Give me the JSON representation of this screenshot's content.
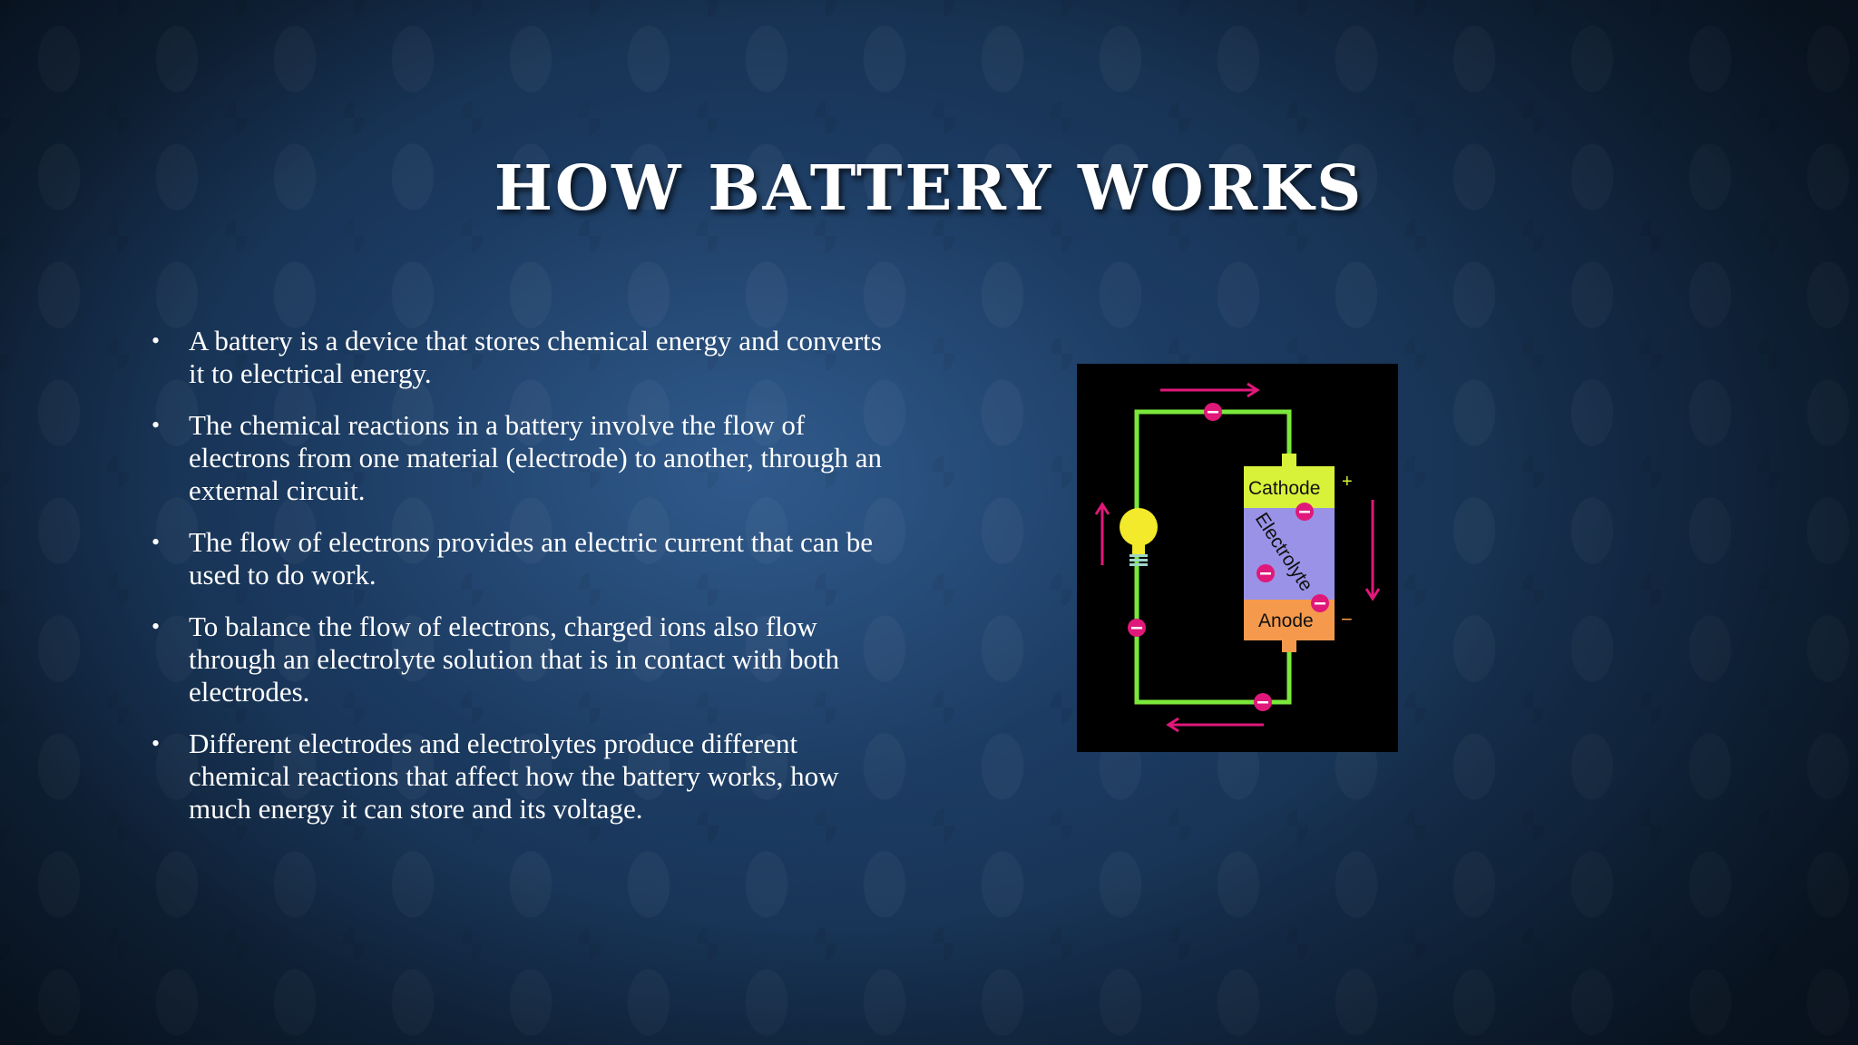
{
  "slide": {
    "title": "HOW BATTERY WORKS",
    "bullet_symbol": "•",
    "bullets": [
      "A battery is a device that stores chemical energy and converts it to electrical energy.",
      "The chemical reactions in a battery involve the flow of electrons from one material (electrode) to another, through an external circuit.",
      "The flow of electrons provides an electric current that can be used to do work.",
      "To balance the flow of electrons, charged ions also flow through an electrolyte solution that is in contact with both electrodes.",
      "Different electrodes and electrolytes produce different chemical reactions that affect how the battery works, how much energy it can store and its voltage."
    ]
  },
  "diagram": {
    "cathode_label": "Cathode",
    "electrolyte_label": "Electrolyte",
    "anode_label": "Anode",
    "plus_sign": "+",
    "minus_sign": "−",
    "colors": {
      "wire": "#7be83c",
      "cathode": "#d8f23a",
      "electrolyte": "#9a92e6",
      "anode": "#f59a4c",
      "electron": "#e0187a",
      "arrow": "#e0187a",
      "bulb": "#f2ea2a"
    }
  }
}
